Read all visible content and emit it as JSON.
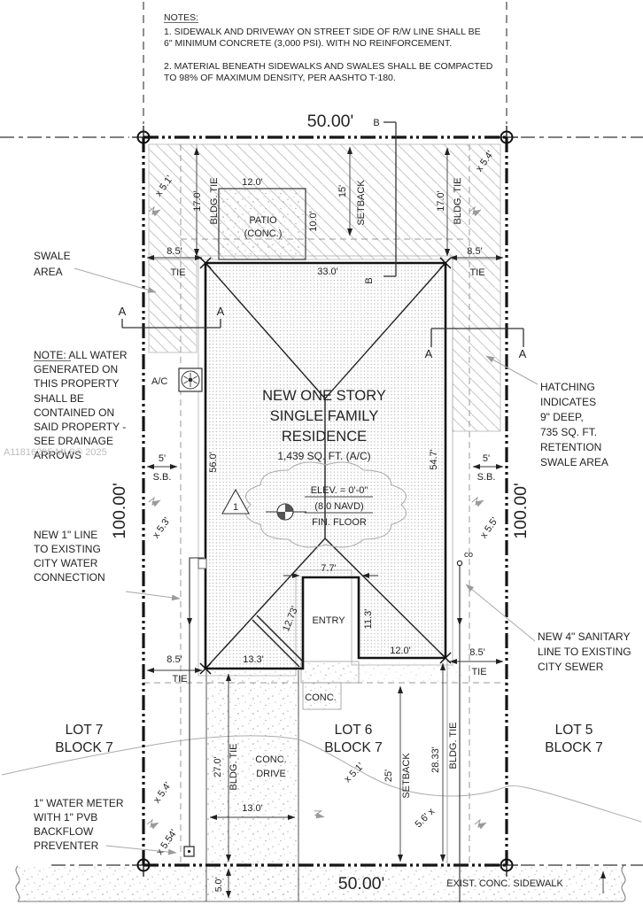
{
  "watermark": "A11816295 MLS© 2025",
  "notes": {
    "title": "NOTES:",
    "n1a": "1. SIDEWALK AND DRIVEWAY ON STREET SIDE OF R/W LINE SHALL BE",
    "n1b": "6\" MINIMUM CONCRETE (3,000 PSI). WITH NO REINFORCEMENT.",
    "n2a": "2. MATERIAL BENEATH SIDEWALKS AND SWALES SHALL BE COMPACTED",
    "n2b": "TO 98% OF MAXIMUM DENSITY, PER AASHTO T-180."
  },
  "site": {
    "front_width": "50.00'",
    "street_width": "50.00'",
    "depth_left": "100.00'",
    "depth_right": "100.00'",
    "sidewalk_label": "EXIST. CONC. SIDEWALK",
    "sidewalk_width": "5.0'"
  },
  "residence": {
    "line1": "NEW ONE STORY",
    "line2": "SINGLE FAMILY",
    "line3": "RESIDENCE",
    "area": "1,439 SQ. FT. (A/C)",
    "elev1": "ELEV. = 0'-0\"",
    "elev2": "(8.0 NAVD)",
    "elev3": "FIN. FLOOR",
    "rev": "1",
    "width_top": "33.0'",
    "depth_left": "56.0'",
    "depth_right": "54.7'",
    "entry": "ENTRY",
    "entry_width": "7.7'",
    "entry_depth": "11.3'",
    "entry_diag": "12.73'",
    "south_left": "13.3'",
    "south_right": "12.0'"
  },
  "patio": {
    "label1": "PATIO",
    "label2": "(CONC.)",
    "width": "12.0'",
    "depth": "10.0'"
  },
  "setbacks": {
    "front_value": "25'",
    "front_label": "SETBACK",
    "rear_value": "15'",
    "rear_label": "SETBACK",
    "side": "5'",
    "sb": "S.B."
  },
  "ties": {
    "bldg_tie": "BLDG. TIE",
    "tie": "TIE",
    "tie_17": "17.0'",
    "tie_85": "8.5'",
    "front_left": "27.0'",
    "front_right": "28.33'"
  },
  "lots": {
    "lot7": "LOT 7",
    "lot6": "LOT 6",
    "lot5": "LOT 5",
    "block": "BLOCK 7"
  },
  "drive": {
    "label1": "CONC.",
    "label2": "DRIVE",
    "width": "13.0'",
    "walk": "CONC."
  },
  "callouts": {
    "swale1": "SWALE",
    "swale2": "AREA",
    "leftnote": [
      "NOTE: ALL WATER",
      "GENERATED ON",
      "THIS PROPERTY",
      "SHALL BE",
      "CONTAINED ON",
      "SAID PROPERTY -",
      "SEE DRAINAGE",
      "ARROWS"
    ],
    "hatching": [
      "HATCHING",
      "INDICATES",
      "9\" DEEP,",
      "735 SQ. FT.",
      "RETENTION",
      "SWALE AREA"
    ],
    "water": [
      "NEW 1\" LINE",
      "TO EXISTING",
      "CITY WATER",
      "CONNECTION"
    ],
    "sewer": [
      "NEW 4\" SANITARY",
      "LINE TO EXISTING",
      "CITY SEWER"
    ],
    "meter": [
      "1\" WATER METER",
      "WITH 1\" PVB",
      "BACKFLOW",
      "PREVENTER"
    ],
    "ac": "A/C",
    "co": "co"
  },
  "spots": {
    "tl": "x 5.1'",
    "tr": "x 5.4'",
    "ml": "x 5.3'",
    "mr": "x 5.5'",
    "bl1": "x 5.4'",
    "bl2": "x 5.54'",
    "bm": "x 5.1'",
    "br": "5.6' x"
  },
  "sections": {
    "a": "A",
    "b": "B"
  }
}
